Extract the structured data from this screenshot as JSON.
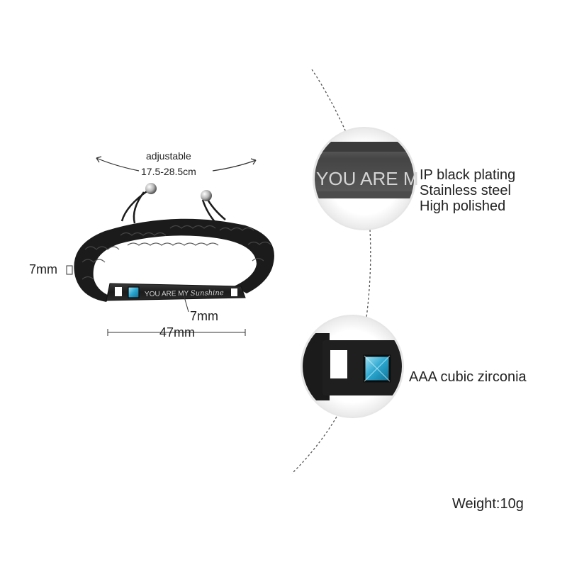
{
  "dimensions": {
    "adjustable_label": "adjustable",
    "range": "17.5-28.5cm",
    "width_left": "7mm",
    "width_right": "7mm",
    "length": "47mm"
  },
  "bracelet": {
    "engraving_main": "YOU ARE MY",
    "engraving_script": "Sunshine"
  },
  "zoom_top": {
    "engraving_text": "YOU ARE M",
    "features": [
      "IP black plating",
      "Stainless steel",
      "High polished"
    ]
  },
  "zoom_bottom": {
    "feature": "AAA cubic zirconia"
  },
  "weight": "Weight:10g",
  "colors": {
    "bracelet_black": "#1b1b1b",
    "stone_blue": "#3fb6d8",
    "text": "#222222"
  }
}
